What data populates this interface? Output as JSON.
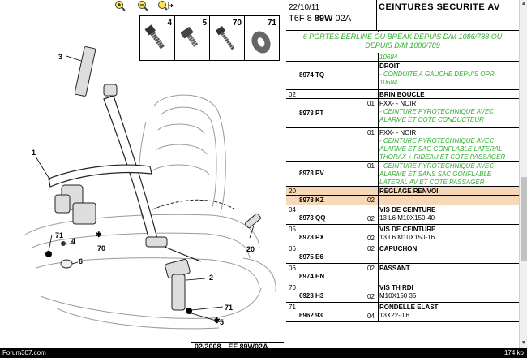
{
  "header": {
    "date": "22/10/11",
    "code_prefix": "T6F 8",
    "code_bold": "89W",
    "code_suffix": "02A",
    "title": "CEINTURES SECURITE AV"
  },
  "subtitle": {
    "line1": "6 PORTES BERLINE OU BREAK DEPUIS D/M 1086/788 OU",
    "line2": "DEPUIS D/M 1086/789"
  },
  "diagram": {
    "parts": [
      "4",
      "5",
      "70",
      "71"
    ],
    "callouts": [
      "1",
      "2",
      "3",
      "4",
      "5",
      "6",
      "20",
      "70",
      "71",
      "71"
    ],
    "footer_date": "02/2008",
    "footer_code": "EF 89W02A"
  },
  "zoom_tools": [
    "zoom-in-icon",
    "zoom-out-icon",
    "zoom-fit-icon"
  ],
  "rows": [
    {
      "pos": "",
      "ref": "",
      "col": "",
      "lines": [
        {
          "t": "10684",
          "s": "green"
        }
      ],
      "h": 11
    },
    {
      "pos": "",
      "ref": "8974 TQ",
      "col": "",
      "lines": [
        {
          "t": "DROIT",
          "s": "bold"
        },
        {
          "t": "- CONDUITE A GAUCHE DEPUIS OPR",
          "s": "green"
        },
        {
          "t": "10684",
          "s": "green"
        }
      ],
      "h": 35
    },
    {
      "pos": "02",
      "ref": "",
      "col": "",
      "lines": [
        {
          "t": "BRIN BOUCLE",
          "s": "bold"
        }
      ],
      "h": 11
    },
    {
      "pos": "",
      "ref": "8973 PT",
      "col": "01",
      "lines": [
        {
          "t": "FXX- - NOIR",
          "s": ""
        },
        {
          "t": "- CEINTURE PYROTECHNIQUE AVEC",
          "s": "green"
        },
        {
          "t": "ALARME ET COTE CONDUCTEUR",
          "s": "green"
        }
      ],
      "h": 36
    },
    {
      "pos": "",
      "ref": "",
      "col": "01",
      "lines": [
        {
          "t": "FXX- - NOIR",
          "s": ""
        },
        {
          "t": "- CEINTURE PYROTECHNIQUE AVEC",
          "s": "green"
        },
        {
          "t": "ALARME ET SAC GONFLABLE LATERAL",
          "s": "green"
        },
        {
          "t": "THORAX + RIDEAU ET COTE PASSAGER",
          "s": "green"
        }
      ],
      "h": 41
    },
    {
      "pos": "",
      "ref": "8973 PV",
      "col": "01",
      "lines": [
        {
          "t": "- CEINTURE PYROTECHNIQUE AVEC",
          "s": "green"
        },
        {
          "t": "ALARME ET SANS SAC GONFLABLE",
          "s": "green"
        },
        {
          "t": "LATERAL AV ET COTE PASSAGER",
          "s": "green"
        }
      ],
      "h": 31
    },
    {
      "pos": "20",
      "ref": "",
      "col": "",
      "lines": [
        {
          "t": "REGLAGE RENVOI",
          "s": "bold"
        }
      ],
      "h": 11,
      "hl": true
    },
    {
      "pos": "",
      "ref": "8978 KZ",
      "col": "02",
      "lines": [],
      "h": 12,
      "hl": true
    },
    {
      "pos": "04",
      "ref": "8973 QQ",
      "col": "02",
      "lines": [
        {
          "t": "VIS DE CEINTURE",
          "s": "bold"
        },
        {
          "t": "13 L6 M10X150-40",
          "s": ""
        }
      ],
      "h": 24
    },
    {
      "pos": "05",
      "ref": "8978 PX",
      "col": "02",
      "lines": [
        {
          "t": "VIS DE CEINTURE",
          "s": "bold"
        },
        {
          "t": "13 L6 M10X150-16",
          "s": ""
        }
      ],
      "h": 24
    },
    {
      "pos": "06",
      "ref": "8975 E6",
      "col": "02",
      "lines": [
        {
          "t": "CAPUCHON",
          "s": "bold"
        }
      ],
      "h": 24
    },
    {
      "pos": "06",
      "ref": "8974 EN",
      "col": "02",
      "lines": [
        {
          "t": "PASSANT",
          "s": "bold"
        }
      ],
      "h": 24
    },
    {
      "pos": "70",
      "ref": "6923 H3",
      "col": "02",
      "lines": [
        {
          "t": "VIS TH RDI",
          "s": "bold"
        },
        {
          "t": "M10X150 35",
          "s": ""
        }
      ],
      "h": 24
    },
    {
      "pos": "71",
      "ref": "6962 93",
      "col": "04",
      "lines": [
        {
          "t": "RONDELLE ELAST",
          "s": "bold"
        },
        {
          "t": "13X22-0,6",
          "s": ""
        }
      ],
      "h": 24
    }
  ],
  "status": {
    "left": "Forum307.com",
    "right": "174 ko"
  },
  "colors": {
    "green": "#2fae2f",
    "highlight": "#f6d8b8",
    "status_bg": "#000000"
  }
}
